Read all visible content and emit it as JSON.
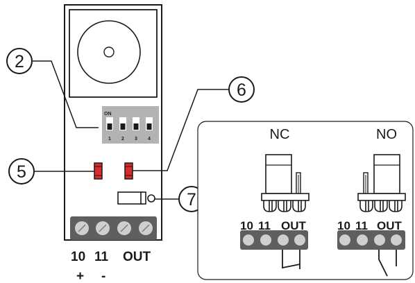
{
  "callouts": {
    "c2": "2",
    "c5": "5",
    "c6": "6",
    "c7": "7"
  },
  "dip_switch": {
    "on_label": "ON",
    "positions": [
      "1",
      "2",
      "3",
      "4"
    ]
  },
  "main_terminals": {
    "labels": [
      "10",
      "11",
      "OUT"
    ],
    "polarity": [
      "+",
      "-"
    ]
  },
  "config_panel": {
    "nc": {
      "title": "NC",
      "terminal_labels": [
        "10",
        "11",
        "OUT"
      ]
    },
    "no": {
      "title": "NO",
      "terminal_labels": [
        "10",
        "11",
        "OUT"
      ]
    }
  },
  "colors": {
    "board_fill": "#ffffff",
    "outline": "#1a1a1a",
    "terminal_strip": "#5f5f5f",
    "screw_face": "#cfcfcf",
    "led_red": "#d92b2b",
    "dip_body": "#b3b3b3",
    "callout_line": "#e3322b"
  }
}
